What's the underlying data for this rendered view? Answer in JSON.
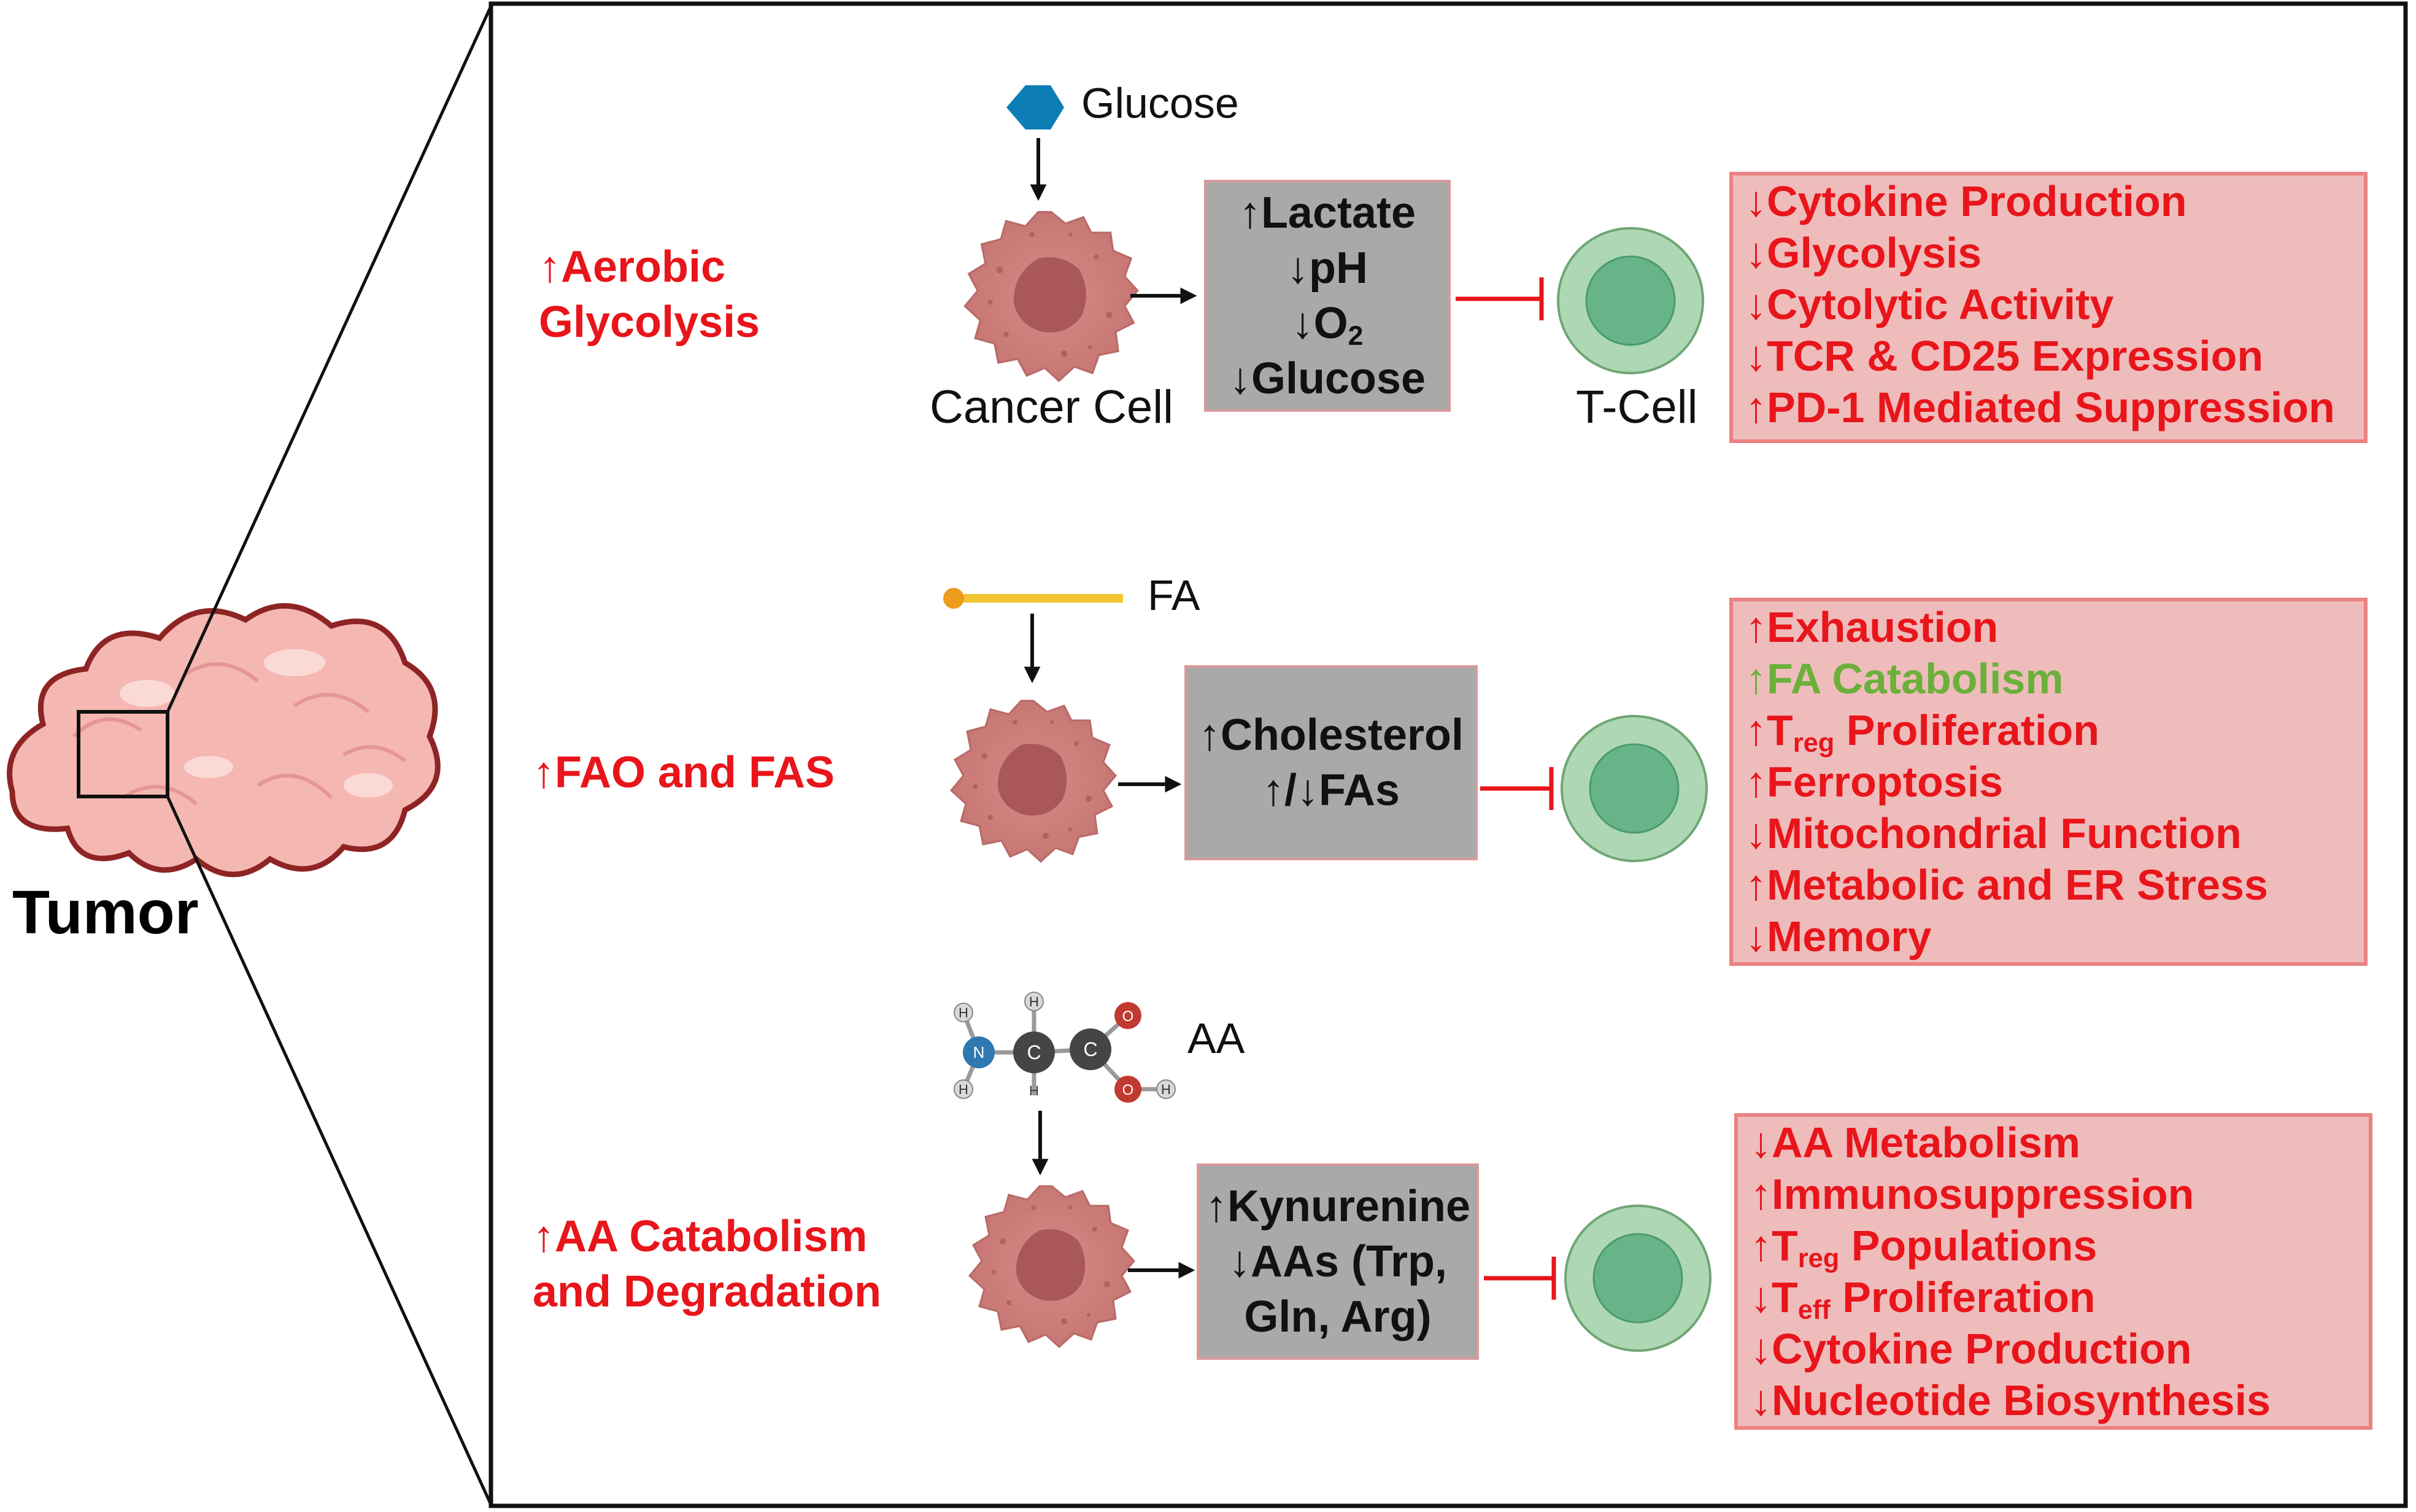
{
  "tumor_label": "Tumor",
  "rows": [
    {
      "process": [
        "↑Aerobic",
        "Glycolysis"
      ],
      "nutrient": "Glucose",
      "cancer_cell_label": "Cancer Cell",
      "metabolites": [
        {
          "arrow": "↑",
          "text": "Lactate",
          "sub": ""
        },
        {
          "arrow": "↓",
          "text": "pH",
          "sub": ""
        },
        {
          "arrow": "↓",
          "text": "O",
          "sub": "2"
        },
        {
          "arrow": "↓",
          "text": "Glucose",
          "sub": ""
        }
      ],
      "tcell_label": "T-Cell",
      "effects": [
        {
          "arrow": "↓",
          "pre": "Cytokine Production",
          "sub": "",
          "post": ""
        },
        {
          "arrow": "↓",
          "pre": "Glycolysis",
          "sub": "",
          "post": ""
        },
        {
          "arrow": "↓",
          "pre": "Cytolytic Activity",
          "sub": "",
          "post": ""
        },
        {
          "arrow": "↓",
          "pre": "TCR & CD25 Expression",
          "sub": "",
          "post": ""
        },
        {
          "arrow": "↑",
          "pre": "PD-1 Mediated Suppression",
          "sub": "",
          "post": ""
        }
      ]
    },
    {
      "process": [
        "↑FAO and FAS"
      ],
      "nutrient": "FA",
      "metabolites": [
        {
          "arrow": "↑",
          "text": "Cholesterol",
          "sub": ""
        },
        {
          "arrow": "↑/↓",
          "text": "FAs",
          "sub": ""
        }
      ],
      "effects": [
        {
          "arrow": "↑",
          "pre": "Exhaustion",
          "sub": "",
          "post": ""
        },
        {
          "arrow": "↑",
          "pre": "FA Catabolism",
          "sub": "",
          "post": "",
          "color": "#6ab03a"
        },
        {
          "arrow": "↑",
          "pre": "T",
          "sub": "reg",
          "post": " Proliferation"
        },
        {
          "arrow": "↑",
          "pre": "Ferroptosis",
          "sub": "",
          "post": ""
        },
        {
          "arrow": "↓",
          "pre": "Mitochondrial Function",
          "sub": "",
          "post": ""
        },
        {
          "arrow": "↑",
          "pre": "Metabolic and ER Stress",
          "sub": "",
          "post": ""
        },
        {
          "arrow": "↓",
          "pre": "Memory",
          "sub": "",
          "post": ""
        }
      ]
    },
    {
      "process": [
        "↑AA Catabolism",
        "and Degradation"
      ],
      "nutrient": "AA",
      "molecule_atoms": [
        "H",
        "H",
        "H",
        "N",
        "H",
        "C",
        "C",
        "O",
        "O",
        "H"
      ],
      "metabolites": [
        {
          "arrow": "↑",
          "text": "Kynurenine",
          "sub": ""
        },
        {
          "arrow": "↓",
          "text": "AAs (Trp,",
          "sub": ""
        },
        {
          "arrow": "",
          "text": "Gln, Arg)",
          "sub": ""
        }
      ],
      "effects": [
        {
          "arrow": "↓",
          "pre": "AA Metabolism",
          "sub": "",
          "post": ""
        },
        {
          "arrow": "↑",
          "pre": "Immunosuppression",
          "sub": "",
          "post": ""
        },
        {
          "arrow": "↑",
          "pre": "T",
          "sub": "reg",
          "post": " Populations"
        },
        {
          "arrow": "↓",
          "pre": "T",
          "sub": "eff",
          "post": " Proliferation"
        },
        {
          "arrow": "↓",
          "pre": "Cytokine Production",
          "sub": "",
          "post": ""
        },
        {
          "arrow": "↓",
          "pre": "Nucleotide Biosynthesis",
          "sub": "",
          "post": ""
        }
      ]
    }
  ]
}
